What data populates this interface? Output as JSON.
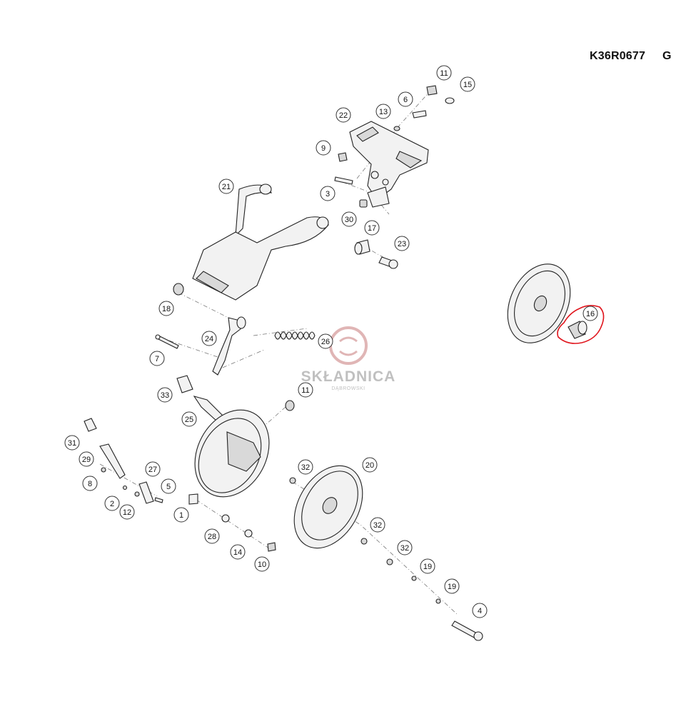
{
  "header": {
    "drawing_code": "K36R0677",
    "revision": "G"
  },
  "watermark": {
    "name": "SKŁADNICA",
    "subtitle": "DĄBROWSKI"
  },
  "highlight": {
    "part": "16",
    "color": "#e0141c"
  },
  "parts": [
    {
      "id": "callout-11a",
      "label": "11"
    },
    {
      "id": "callout-15",
      "label": "15"
    },
    {
      "id": "callout-6",
      "label": "6"
    },
    {
      "id": "callout-13",
      "label": "13"
    },
    {
      "id": "callout-22",
      "label": "22"
    },
    {
      "id": "callout-9",
      "label": "9"
    },
    {
      "id": "callout-3",
      "label": "3"
    },
    {
      "id": "callout-21",
      "label": "21"
    },
    {
      "id": "callout-30",
      "label": "30"
    },
    {
      "id": "callout-17",
      "label": "17"
    },
    {
      "id": "callout-23",
      "label": "23"
    },
    {
      "id": "callout-18",
      "label": "18"
    },
    {
      "id": "callout-24",
      "label": "24"
    },
    {
      "id": "callout-26",
      "label": "26"
    },
    {
      "id": "callout-7",
      "label": "7"
    },
    {
      "id": "callout-33",
      "label": "33"
    },
    {
      "id": "callout-11b",
      "label": "11"
    },
    {
      "id": "callout-25",
      "label": "25"
    },
    {
      "id": "callout-31",
      "label": "31"
    },
    {
      "id": "callout-29",
      "label": "29"
    },
    {
      "id": "callout-27",
      "label": "27"
    },
    {
      "id": "callout-8",
      "label": "8"
    },
    {
      "id": "callout-5",
      "label": "5"
    },
    {
      "id": "callout-2",
      "label": "2"
    },
    {
      "id": "callout-12",
      "label": "12"
    },
    {
      "id": "callout-1",
      "label": "1"
    },
    {
      "id": "callout-32a",
      "label": "32"
    },
    {
      "id": "callout-20",
      "label": "20"
    },
    {
      "id": "callout-28",
      "label": "28"
    },
    {
      "id": "callout-14",
      "label": "14"
    },
    {
      "id": "callout-10",
      "label": "10"
    },
    {
      "id": "callout-32b",
      "label": "32"
    },
    {
      "id": "callout-32c",
      "label": "32"
    },
    {
      "id": "callout-19a",
      "label": "19"
    },
    {
      "id": "callout-19b",
      "label": "19"
    },
    {
      "id": "callout-4",
      "label": "4"
    },
    {
      "id": "callout-16",
      "label": "16"
    }
  ]
}
